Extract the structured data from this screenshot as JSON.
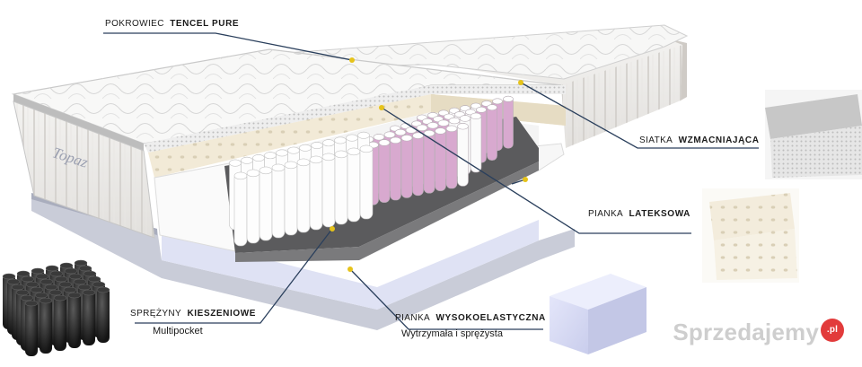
{
  "brand": "Topaz",
  "watermark": {
    "text": "Sprzedajemy",
    "suffix": ".pl"
  },
  "labels": {
    "cover": {
      "prefix": "POKROWIEC",
      "bold": "TENCEL PURE"
    },
    "mesh": {
      "prefix": "SIATKA",
      "bold": "WZMACNIAJĄCA"
    },
    "latex": {
      "prefix": "PIANKA",
      "bold": "LATEKSOWA"
    },
    "springs": {
      "prefix": "SPRĘŻYNY",
      "bold": "KIESZENIOWE",
      "sub": "Multipocket"
    },
    "foam": {
      "prefix": "PIANKA",
      "bold": "WYSOKOELASTYCZNA",
      "sub": "Wytrzymała i sprężysta"
    }
  },
  "colors": {
    "leader": "#2a3f5c",
    "dot": "#e6c31a",
    "pink": "#d8a9cf",
    "foam": "#d9dcf3",
    "latex": "#f2ead7"
  }
}
